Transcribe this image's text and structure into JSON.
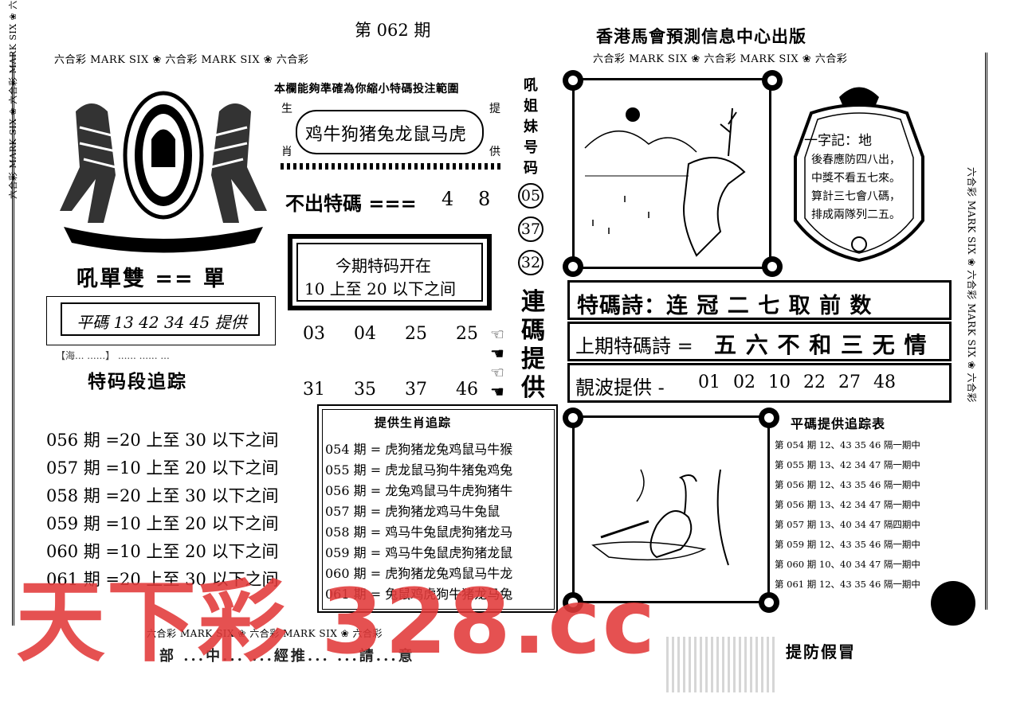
{
  "header": {
    "issue": "第 062 期",
    "publisher": "香港馬會預測信息中心出版"
  },
  "brand": {
    "ornament_text": "六合彩 MARK SIX ❀ 六合彩 MARK SIX ❀ 六合彩",
    "ornament_vertical": "六合彩 MARK SIX ❀ 六合彩 MARK SIX ❀ 六合彩"
  },
  "left": {
    "odd_even": "吼單雙 == 單",
    "flat_code": "平碼 13 42 34 45 提供",
    "partial_note": "【海... ......】 ......  ...... ...",
    "tracking_title": "特码段追踪",
    "tracking_rows": [
      "056 期 =20 上至 30 以下之间",
      "057 期 =10 上至 20 以下之间",
      "058 期 =20 上至 30 以下之间",
      "059 期 =10 上至 20 以下之间",
      "060 期 =10 上至 20 以下之间",
      "061 期 =20 上至 30 以下之间"
    ]
  },
  "middle": {
    "banner": "本欄能夠準確為你縮小特碼投注範圍",
    "corner_left_top": "生",
    "corner_right_top": "提",
    "corner_left_bottom": "肖",
    "corner_right_bottom": "供",
    "zodiac": "鸡牛狗猪兔龙鼠马虎",
    "not_out_label": "不出特碼 ===",
    "not_out_numbers": [
      "4",
      "8"
    ],
    "box_line1": "今期特码开在",
    "box_line2": "10 上至 20 以下之间",
    "numbers_row1": [
      "03",
      "04",
      "25",
      "25"
    ],
    "numbers_row2": [
      "31",
      "35",
      "37",
      "46"
    ],
    "zodiac_track_title": "提供生肖追踪",
    "zodiac_track_rows": [
      "054 期 = 虎狗猪龙兔鸡鼠马牛猴",
      "055 期 = 虎龙鼠马狗牛猪兔鸡兔",
      "056 期 = 龙兔鸡鼠马牛虎狗猪牛",
      "057 期 = 虎狗猪龙鸡马牛兔鼠",
      "058 期 = 鸡马牛兔鼠虎狗猪龙马",
      "059 期 = 鸡马牛兔鼠虎狗猪龙鼠",
      "060 期 = 虎狗猪龙兔鸡鼠马牛龙",
      "061 期 = 兔鼠鸡虎狗牛猪龙马兔"
    ]
  },
  "center_col": {
    "vertical_title": [
      "吼",
      "姐",
      "妹",
      "号",
      "码"
    ],
    "circled": [
      "05",
      "37",
      "32"
    ],
    "vertical_lian": [
      "連",
      "碼",
      "提",
      "供"
    ]
  },
  "right": {
    "riddle_title": "一字記：地",
    "riddle_lines": [
      "後春應防四八出，",
      "中獎不看五七來。",
      "算計三七會八碼，",
      "排成兩隊列二五。"
    ],
    "poem": "特碼詩：连 冠 二 七 取 前 数",
    "last_poem_label": "上期特碼詩 =",
    "last_poem": "五 六 不 和 三 无 情",
    "wave_label": "靚波提供 -",
    "wave_numbers": [
      "01",
      "02",
      "10",
      "22",
      "27",
      "48"
    ],
    "flat_track_title": "平碼提供追踪表",
    "flat_track_rows": [
      "第 054 期 12、43  35  46 隔一期中",
      "第 055 期 13、42  34  47 隔一期中",
      "第 056 期 12、43  35  46 隔一期中",
      "第 056 期 13、42  34  47 隔一期中",
      "第 057 期 13、40  34  47 隔四期中",
      "第 059 期 12、43  35  46 隔一期中",
      "第 060 期 10、40  34  47 隔一期中",
      "第 061 期 12、43  35  46 隔一期中"
    ]
  },
  "footer": {
    "warning": "提防假冒",
    "partial_footer": "部 ...中... ...經推... ...請...意"
  },
  "watermark": "天下彩 328.cc",
  "colors": {
    "ink": "#000000",
    "watermark": "#e23a3a"
  }
}
